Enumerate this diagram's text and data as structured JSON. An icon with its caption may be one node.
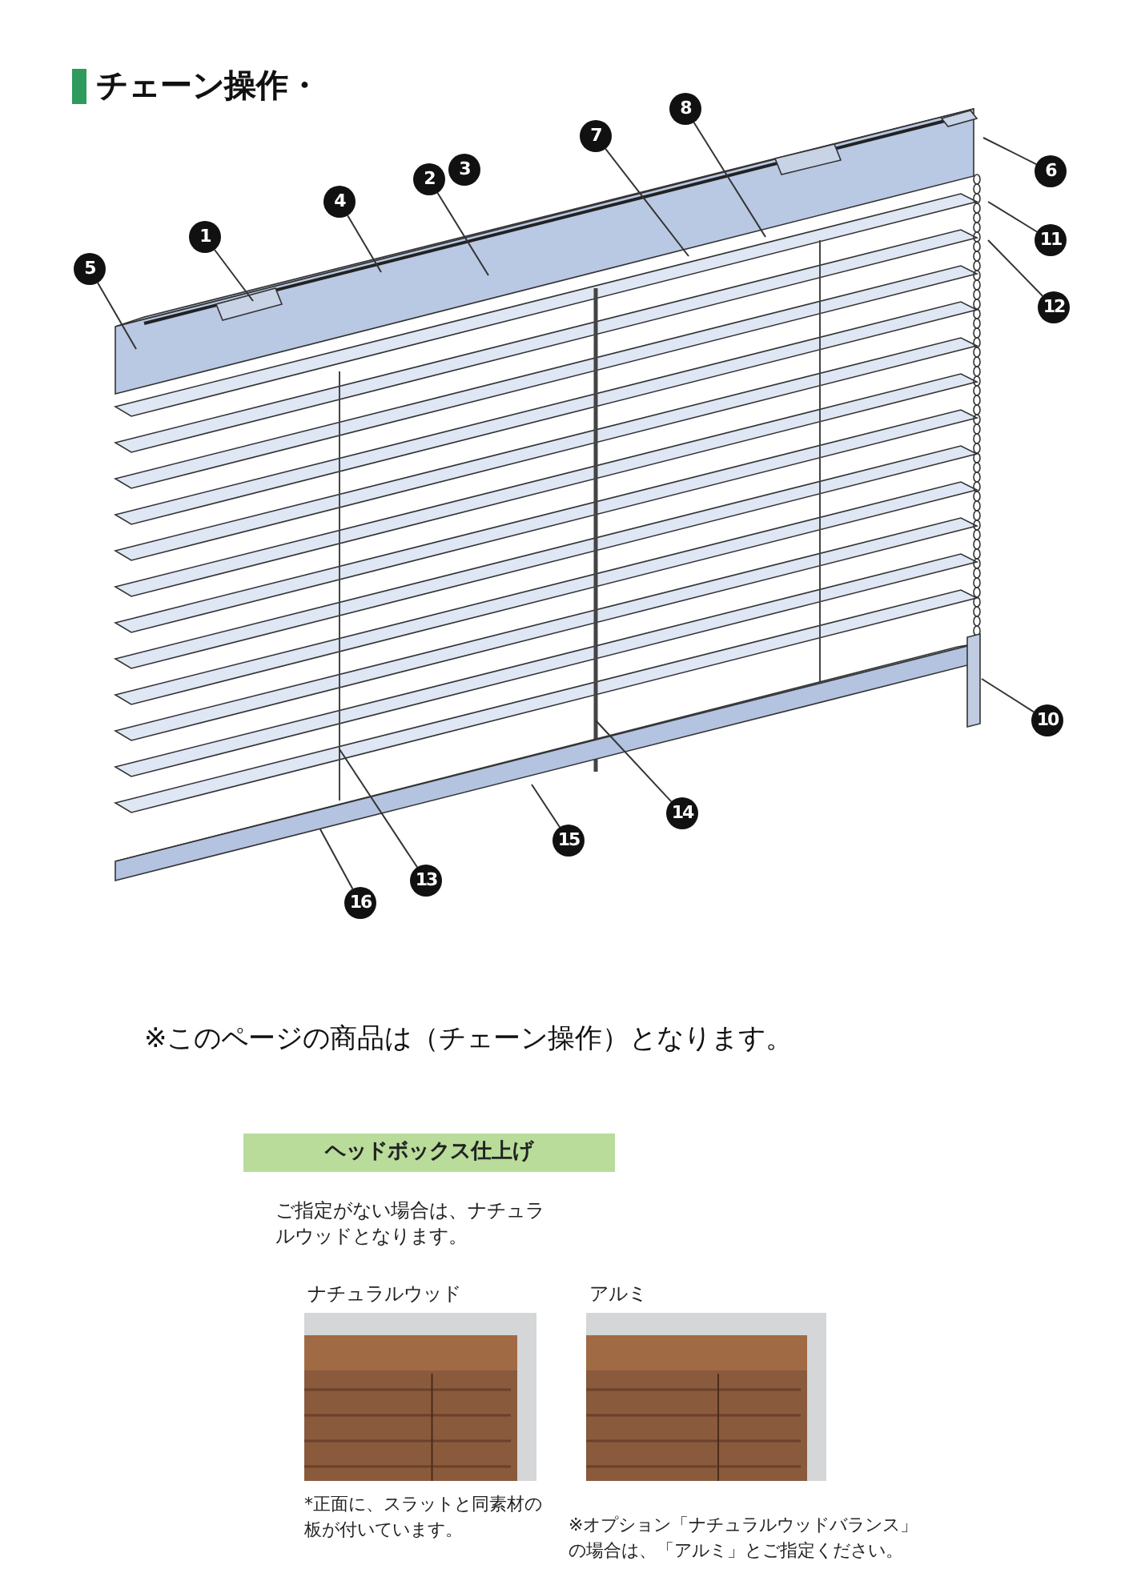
{
  "diagram": {
    "title": "チェーン操作・",
    "nodes": [
      {
        "text": [
          "8"
        ]
      },
      {
        "text": [
          "7"
        ]
      },
      {
        "text": [
          "2"
        ]
      },
      {
        "text": [
          "3"
        ]
      },
      {
        "text": [
          "6"
        ]
      },
      {
        "text": [
          "4"
        ]
      },
      {
        "text": [
          "1"
        ]
      },
      {
        "text": [
          "5"
        ]
      },
      {
        "text": [
          "11"
        ]
      },
      {
        "text": [
          "12"
        ]
      },
      {
        "text": [
          "10"
        ]
      },
      {
        "text": [
          "14"
        ]
      },
      {
        "text": [
          "15"
        ]
      },
      {
        "text": [
          "13"
        ]
      },
      {
        "text": [
          "16"
        ]
      },
      {
        "text": [
          "ヘッドボックス仕上げ"
        ]
      }
    ],
    "edges": [
      {
        "from": 0,
        "to": null,
        "arrow": "none"
      },
      {
        "from": 1,
        "to": null,
        "arrow": "none"
      },
      {
        "from": 2,
        "to": null,
        "arrow": "none"
      },
      {
        "from": 4,
        "to": null,
        "arrow": "none"
      },
      {
        "from": 5,
        "to": null,
        "arrow": "none"
      },
      {
        "from": 6,
        "to": null,
        "arrow": "none"
      },
      {
        "from": 7,
        "to": null,
        "arrow": "none"
      },
      {
        "from": 8,
        "to": null,
        "arrow": "none"
      },
      {
        "from": 9,
        "to": null,
        "arrow": "none"
      },
      {
        "from": 10,
        "to": null,
        "arrow": "none"
      },
      {
        "from": 11,
        "to": null,
        "arrow": "none"
      },
      {
        "from": 12,
        "to": null,
        "arrow": "none"
      },
      {
        "from": 13,
        "to": null,
        "arrow": "none"
      },
      {
        "from": 14,
        "to": null,
        "arrow": "none"
      }
    ],
    "labels": [
      "※このページの商品は（チェーン操作）となります。",
      "ご指定がない場合は、ナチュラルウッドとなります。",
      "ナチュラルウッド",
      "アルミ",
      "*正面に、スラットと同素材の板が付いています。",
      "※オプション「ナチュラルウッドバランス」の場合は、「アルミ」とご指定ください。"
    ]
  }
}
